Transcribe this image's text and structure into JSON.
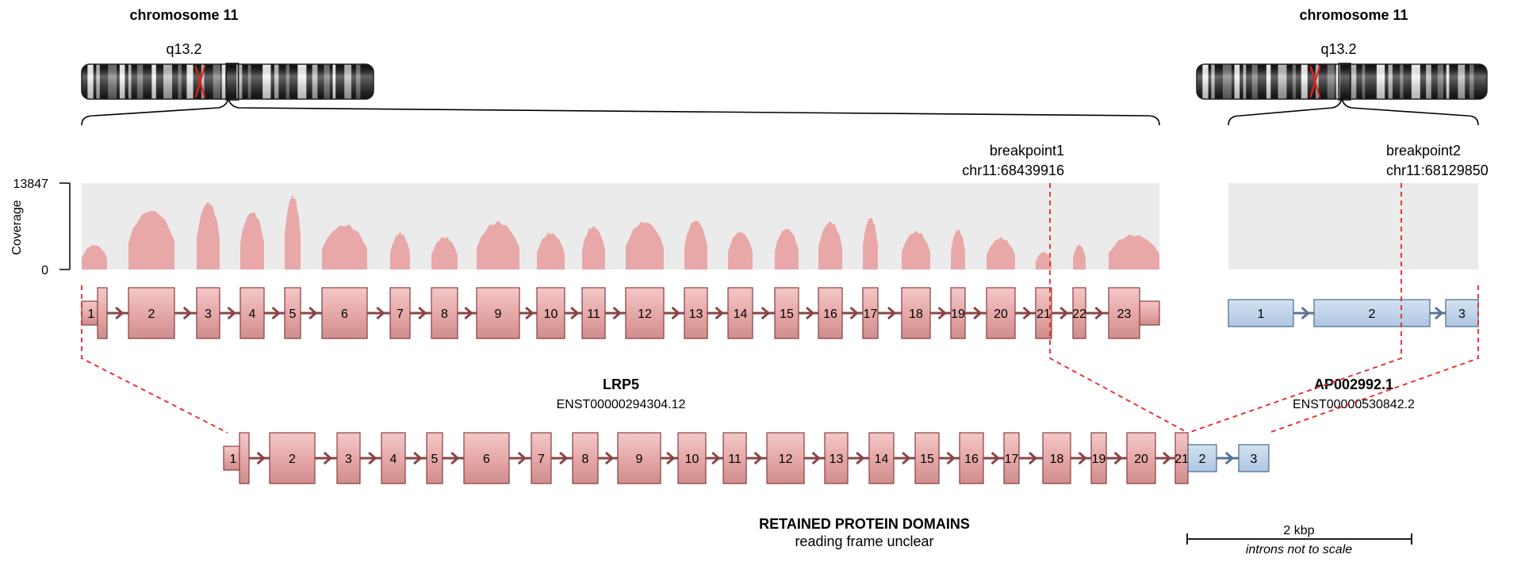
{
  "colors": {
    "gene1": "#e8a8a8",
    "gene1_dark": "#c98585",
    "gene1_stroke": "#8a3d3d",
    "gene1_arrow": "#8a4545",
    "gene2": "#bcd2ea",
    "gene2_stroke": "#4a6a8a",
    "gene2_arrow": "#5a7590",
    "coverage_bg": "#ebebeb",
    "coverage_fill": "#e8a8a8",
    "breakpoint": "#ee2222"
  },
  "left": {
    "chromosome_title": "chromosome 11",
    "band_label": "q13.2",
    "breakpoint_label": "breakpoint1",
    "breakpoint_coord": "chr11:68439916",
    "gene_name": "LRP5",
    "transcript": "ENST00000294304.12",
    "exons": [
      "1",
      "2",
      "3",
      "4",
      "5",
      "6",
      "7",
      "8",
      "9",
      "10",
      "11",
      "12",
      "13",
      "14",
      "15",
      "16",
      "17",
      "18",
      "19",
      "20",
      "21",
      "22",
      "23"
    ]
  },
  "right": {
    "chromosome_title": "chromosome 11",
    "band_label": "q13.2",
    "breakpoint_label": "breakpoint2",
    "breakpoint_coord": "chr11:68129850",
    "gene_name": "AP002992.1",
    "transcript": "ENST00000530842.2",
    "exons": [
      "1",
      "2",
      "3"
    ]
  },
  "coverage": {
    "axis_label": "Coverage",
    "max_label": "13847",
    "min_label": "0"
  },
  "fusion": {
    "exons_gene1": [
      "1",
      "2",
      "3",
      "4",
      "5",
      "6",
      "7",
      "8",
      "9",
      "10",
      "11",
      "12",
      "13",
      "14",
      "15",
      "16",
      "17",
      "18",
      "19",
      "20",
      "21"
    ],
    "exons_gene2": [
      "2",
      "3"
    ]
  },
  "domains": {
    "title": "RETAINED PROTEIN DOMAINS",
    "subtitle": "reading frame unclear"
  },
  "scale": {
    "label": "2 kbp",
    "note": "introns not to scale"
  }
}
